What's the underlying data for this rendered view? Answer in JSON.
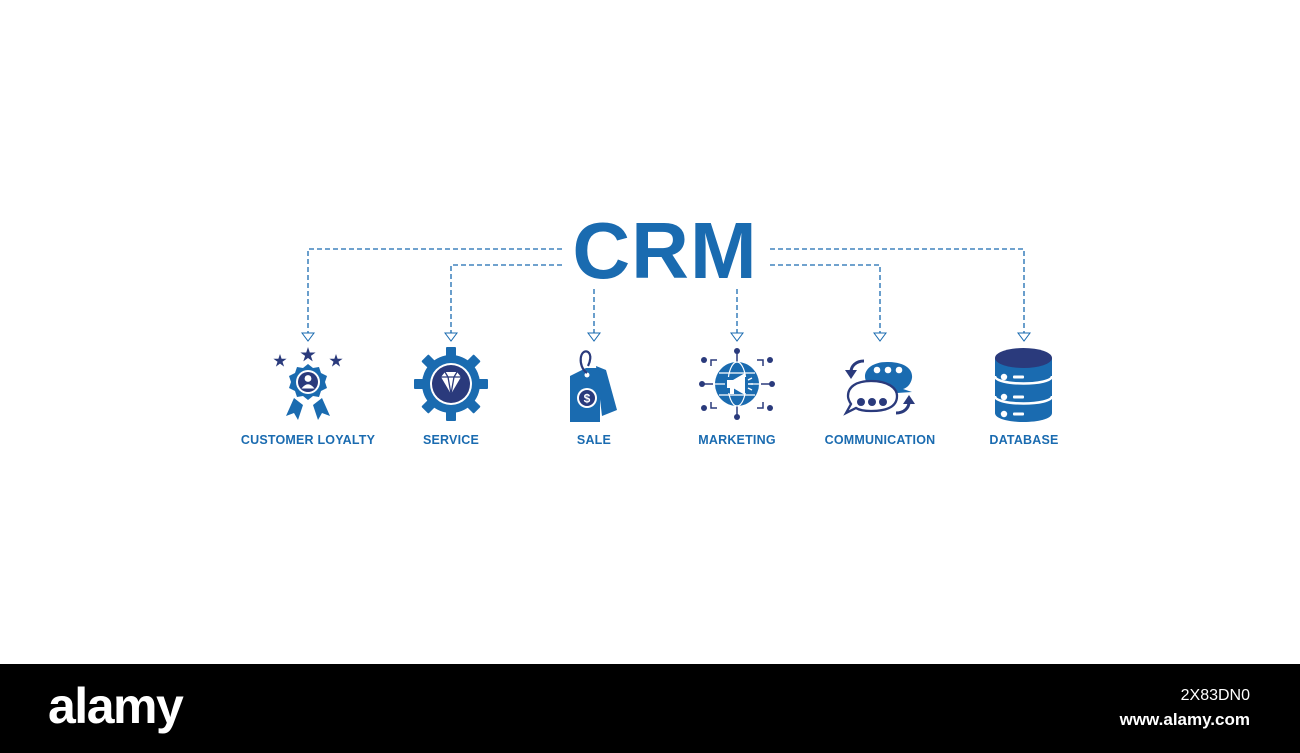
{
  "diagram": {
    "title": "CRM",
    "items": [
      {
        "label": "CUSTOMER LOYALTY",
        "icon": "award-badge-icon"
      },
      {
        "label": "SERVICE",
        "icon": "gear-diamond-icon"
      },
      {
        "label": "SALE",
        "icon": "price-tag-icon"
      },
      {
        "label": "MARKETING",
        "icon": "globe-megaphone-icon"
      },
      {
        "label": "COMMUNICATION",
        "icon": "chat-bubbles-icon"
      },
      {
        "label": "DATABASE",
        "icon": "database-icon"
      }
    ]
  },
  "footer": {
    "brand": "alamy",
    "image_id": "2X83DN0",
    "url": "www.alamy.com"
  },
  "colors": {
    "primary": "#1a6bb0",
    "secondary": "#2a3a7c",
    "connector": "#1a6bb0",
    "footer_background": "#000000"
  }
}
